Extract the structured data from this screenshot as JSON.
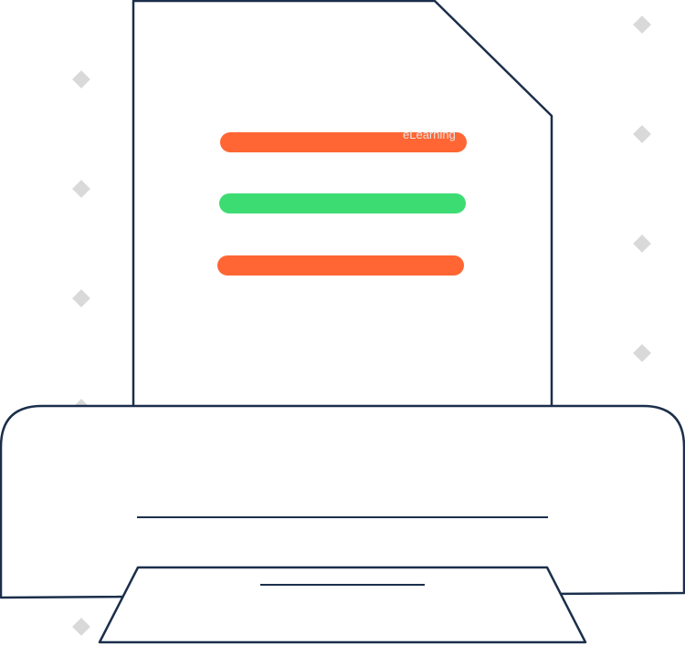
{
  "watermark": {
    "text": "eLearning"
  },
  "illustration": {
    "subject": "printer-printing-document",
    "colors": {
      "outline": "#1b2f4b",
      "fill": "#ffffff",
      "line_top": "#ff6633",
      "line_middle": "#3ddc73",
      "line_bottom": "#ff6633",
      "watermark": "#d9d9d9"
    },
    "document_lines": [
      {
        "name": "text-line-top",
        "color": "#ff6633"
      },
      {
        "name": "text-line-middle",
        "color": "#3ddc73"
      },
      {
        "name": "text-line-bottom",
        "color": "#ff6633"
      }
    ]
  }
}
